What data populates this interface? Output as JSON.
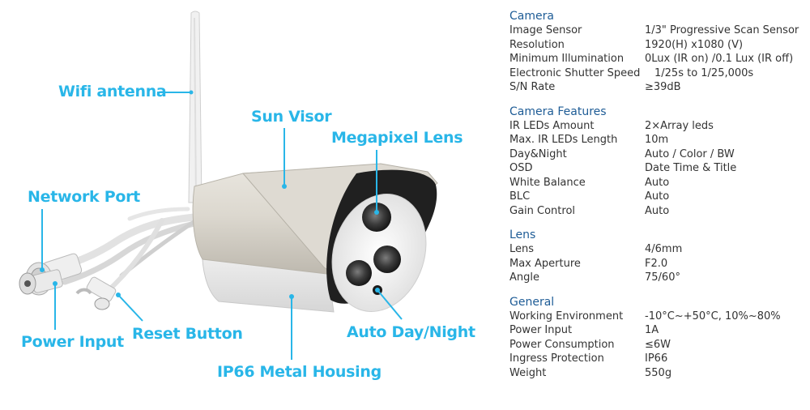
{
  "callouts": {
    "wifi": "Wifi antenna",
    "sun_visor": "Sun Visor",
    "lens": "Megapixel Lens",
    "network": "Network Port",
    "power": "Power Input",
    "reset": "Reset Button",
    "day_night": "Auto Day/Night",
    "housing": "IP66 Metal Housing"
  },
  "colors": {
    "accent": "#29b6e8",
    "heading": "#1e5c96"
  },
  "specs": [
    {
      "title": "Camera",
      "rows": [
        {
          "label": "Image Sensor",
          "value": "1/3\" Progressive Scan Sensor"
        },
        {
          "label": "Resolution",
          "value": "1920(H) x1080 (V)"
        },
        {
          "label": "Minimum Illumination",
          "value": "0Lux (IR on) /0.1 Lux (IR off)"
        },
        {
          "label": "Electronic Shutter Speed",
          "value": "1/25s to 1/25,000s"
        },
        {
          "label": "S/N Rate",
          "value": "≥39dB"
        }
      ]
    },
    {
      "title": "Camera Features",
      "rows": [
        {
          "label": "IR LEDs Amount",
          "value": "2×Array leds"
        },
        {
          "label": "Max. IR LEDs Length",
          "value": "10m"
        },
        {
          "label": "Day&Night",
          "value": "Auto / Color / BW"
        },
        {
          "label": "OSD",
          "value": "Date Time & Title"
        },
        {
          "label": "White Balance",
          "value": "Auto"
        },
        {
          "label": "BLC",
          "value": "Auto"
        },
        {
          "label": "Gain Control",
          "value": "Auto"
        }
      ]
    },
    {
      "title": "Lens",
      "rows": [
        {
          "label": "Lens",
          "value": "4/6mm"
        },
        {
          "label": "Max Aperture",
          "value": "F2.0"
        },
        {
          "label": "Angle",
          "value": "75/60°"
        }
      ]
    },
    {
      "title": "General",
      "rows": [
        {
          "label": "Working Environment",
          "value": "-10°C~+50°C, 10%~80%"
        },
        {
          "label": "Power Input",
          "value": "1A"
        },
        {
          "label": "Power Consumption",
          "value": "≤6W"
        },
        {
          "label": "Ingress Protection",
          "value": "IP66"
        },
        {
          "label": "Weight",
          "value": "550g"
        }
      ]
    }
  ]
}
